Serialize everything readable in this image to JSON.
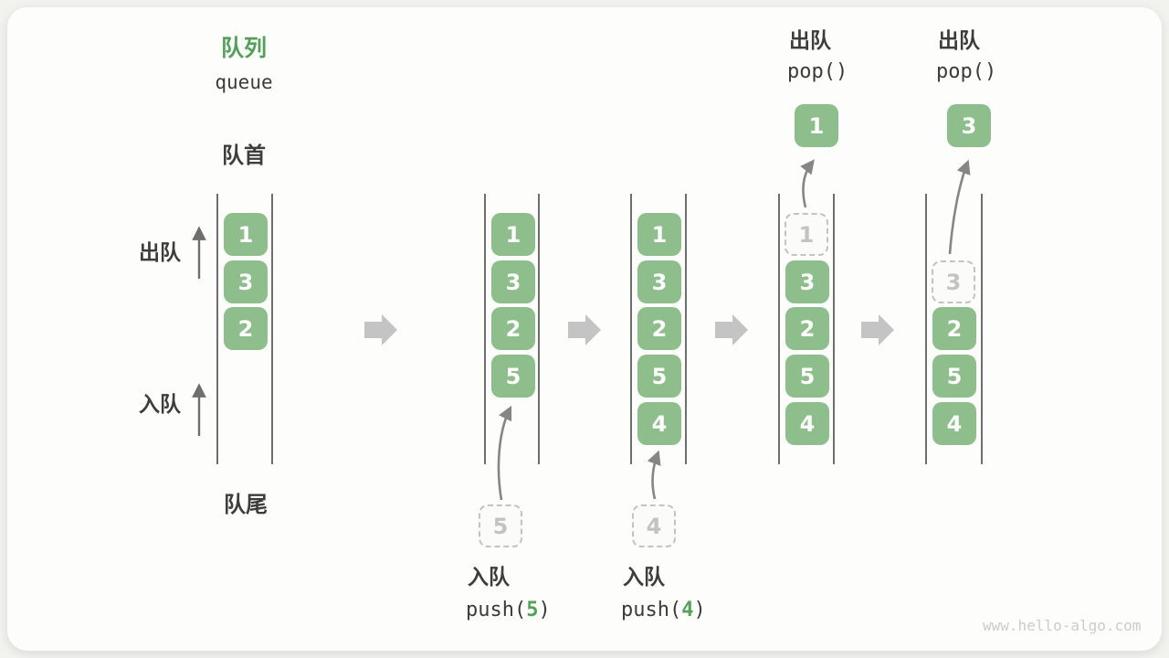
{
  "title": {
    "zh": "队列",
    "en": "queue"
  },
  "side_labels": {
    "front": "队首",
    "dequeue": "出队",
    "enqueue": "入队",
    "rear": "队尾"
  },
  "operations": {
    "push5": {
      "label": "入队",
      "code_pre": "push(",
      "arg": "5",
      "code_post": ")"
    },
    "push4": {
      "label": "入队",
      "code_pre": "push(",
      "arg": "4",
      "code_post": ")"
    },
    "pop1": {
      "label": "出队",
      "code": "pop()"
    },
    "pop3": {
      "label": "出队",
      "code": "pop()"
    }
  },
  "states": [
    {
      "boxes": [
        "1",
        "3",
        "2"
      ]
    },
    {
      "boxes": [
        "1",
        "3",
        "2",
        "5"
      ],
      "staging": "5"
    },
    {
      "boxes": [
        "1",
        "3",
        "2",
        "5",
        "4"
      ],
      "staging": "4"
    },
    {
      "boxes": [
        "3",
        "2",
        "5",
        "4"
      ],
      "dashed": "1",
      "popped": "1"
    },
    {
      "boxes": [
        "2",
        "5",
        "4"
      ],
      "dashed": "3",
      "popped": "3"
    }
  ],
  "colors": {
    "box_green": "#8dbe8b",
    "title_green": "#53a158",
    "transition_arrow_gray": "#c4c4c4",
    "text_dark": "#3d3d3d",
    "dashed_gray": "#c3c3c3"
  },
  "watermark": "www.hello-algo.com"
}
